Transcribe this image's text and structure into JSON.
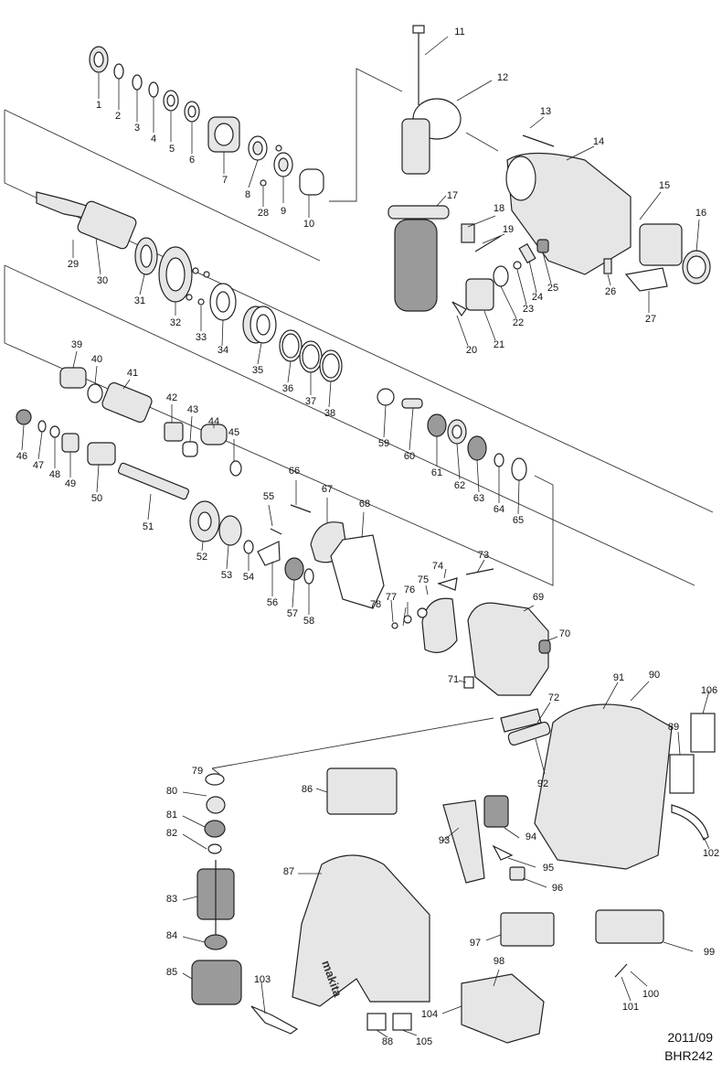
{
  "diagram": {
    "parts": [
      "1",
      "2",
      "3",
      "4",
      "5",
      "6",
      "7",
      "8",
      "9",
      "10",
      "11",
      "12",
      "13",
      "14",
      "15",
      "16",
      "17",
      "18",
      "19",
      "20",
      "21",
      "22",
      "23",
      "24",
      "25",
      "26",
      "27",
      "28",
      "29",
      "30",
      "31",
      "32",
      "33",
      "34",
      "35",
      "36",
      "37",
      "38",
      "39",
      "40",
      "41",
      "42",
      "43",
      "44",
      "45",
      "46",
      "47",
      "48",
      "49",
      "50",
      "51",
      "52",
      "53",
      "54",
      "55",
      "56",
      "57",
      "58",
      "59",
      "60",
      "61",
      "62",
      "63",
      "64",
      "65",
      "66",
      "67",
      "68",
      "69",
      "70",
      "71",
      "72",
      "73",
      "74",
      "75",
      "76",
      "77",
      "78",
      "79",
      "80",
      "81",
      "82",
      "83",
      "84",
      "85",
      "86",
      "87",
      "88",
      "89",
      "90",
      "91",
      "92",
      "93",
      "94",
      "95",
      "96",
      "97",
      "98",
      "99",
      "100",
      "101",
      "102",
      "103",
      "104",
      "105",
      "106"
    ],
    "brand_mark": "makita"
  },
  "footer": {
    "date": "2011/09",
    "model": "BHR242"
  }
}
